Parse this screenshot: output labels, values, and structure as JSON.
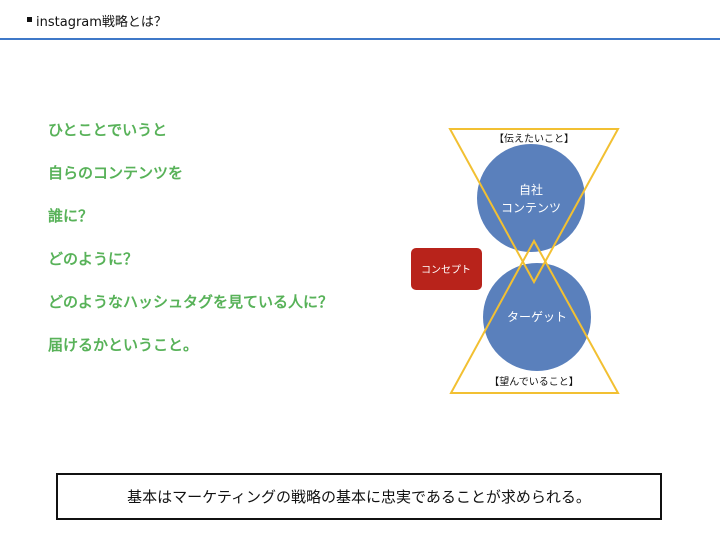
{
  "header": {
    "title": "instagram戦略とは？"
  },
  "points": [
    "ひとことでいうと",
    "自らのコンテンツを",
    "誰に？",
    "どのように？",
    "どのようなハッシュタグを見ている人に？",
    "届けるかということ。"
  ],
  "diagram": {
    "top_label": "【伝えたいこと】",
    "top_circle_line1": "自社",
    "top_circle_line2": "コンテンツ",
    "concept_label": "コンセプト",
    "bottom_circle_label": "ターゲット",
    "bottom_label": "【望んでいること】",
    "colors": {
      "circle": "#5a80bc",
      "triangle": "#f2c032",
      "concept": "#b8231b"
    }
  },
  "footer": {
    "text": "基本はマーケティングの戦略の基本に忠実であることが求められる。"
  }
}
